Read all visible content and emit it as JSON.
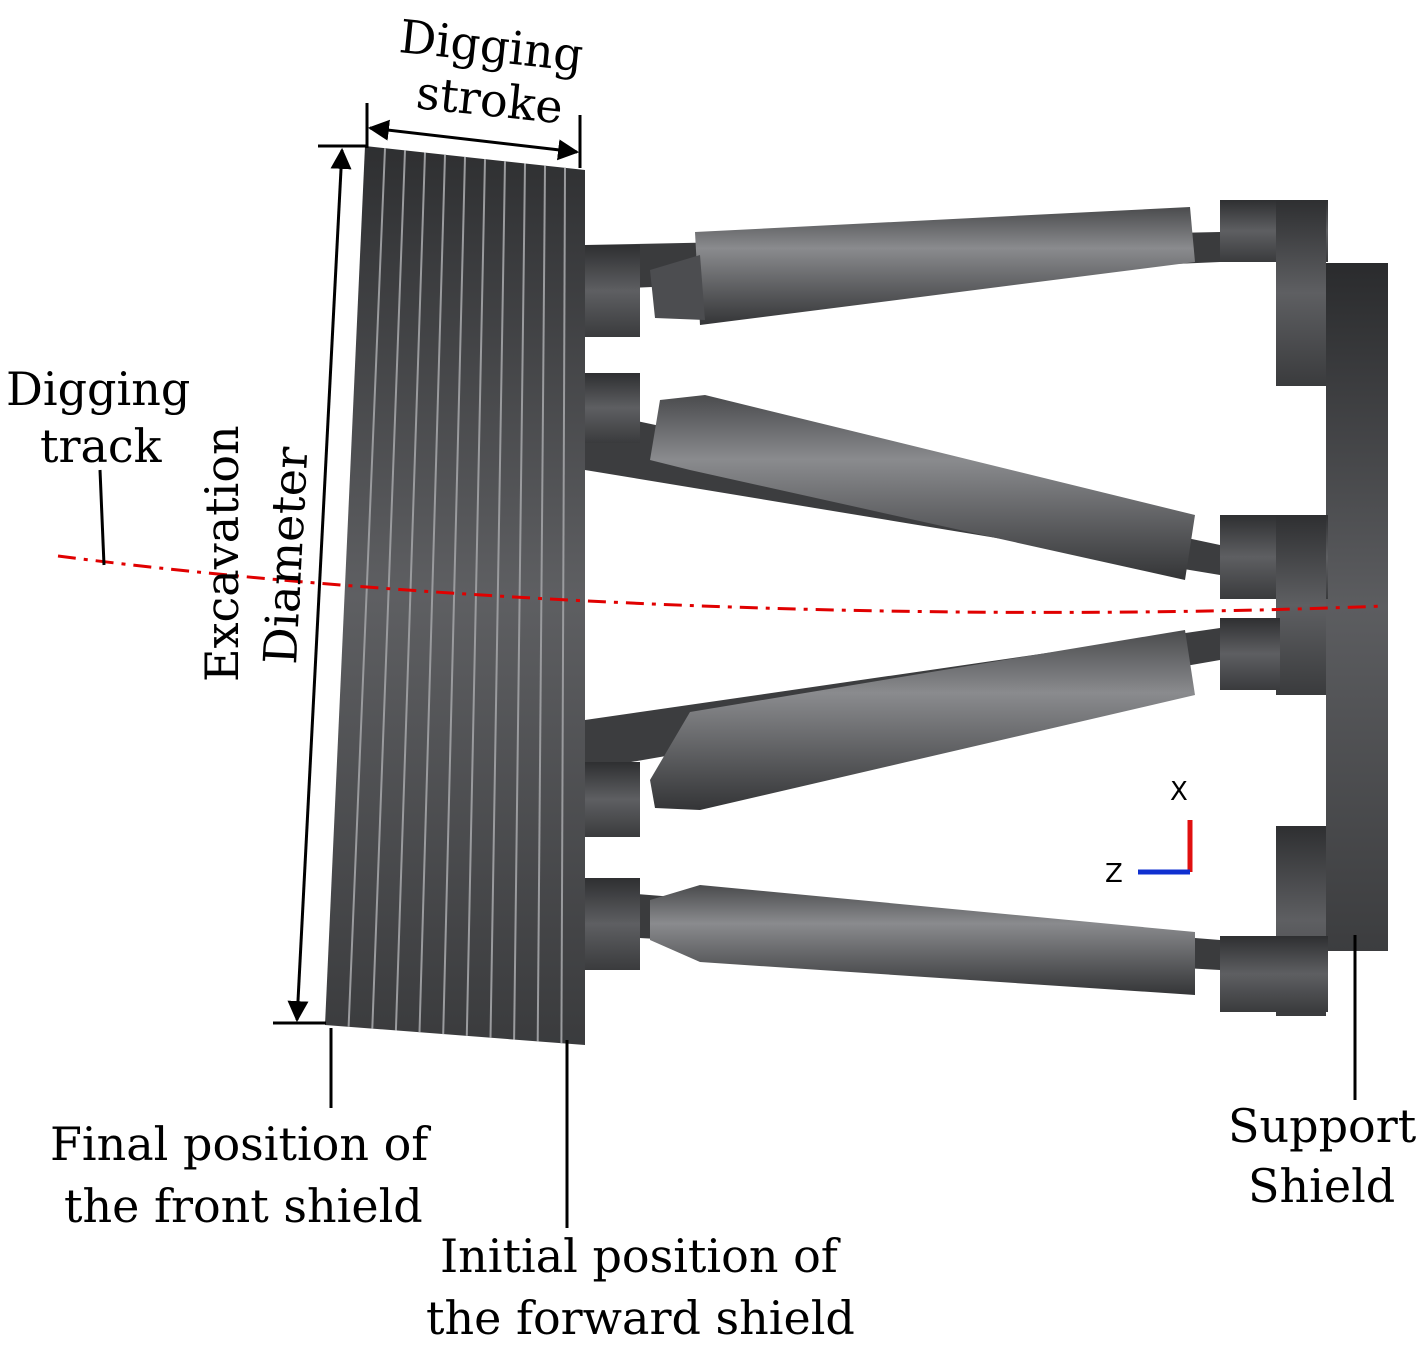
{
  "labels": {
    "digging_stroke_1": "Digging",
    "digging_stroke_2": "stroke",
    "digging_track_1": "Digging",
    "digging_track_2": "track",
    "excavation_1": "Excavation",
    "excavation_2": "Diameter",
    "final_pos_1": "Final position of",
    "final_pos_2": "the front shield",
    "initial_pos_1": "Initial position of",
    "initial_pos_2": "the forward shield",
    "support_1": "Support",
    "support_2": "Shield",
    "axis_x": "X",
    "axis_z": "Z"
  },
  "colors": {
    "track": "#e00000",
    "axis_x": "#e01010",
    "axis_z": "#1030d0",
    "metal_dark": "#3a3a3c",
    "metal_mid": "#5a5b5d",
    "metal_light": "#7c7d80"
  }
}
